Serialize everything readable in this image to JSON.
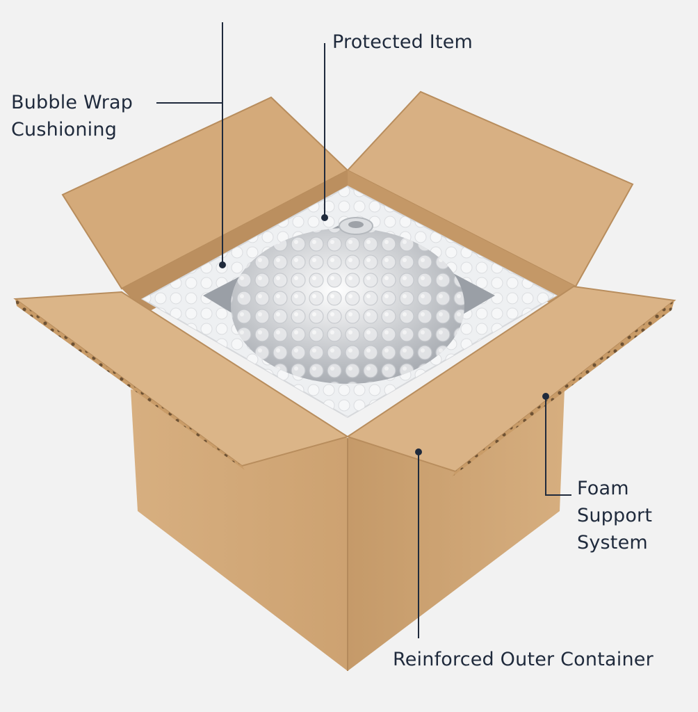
{
  "labels": {
    "protected_item": "Protected Item",
    "bubble_wrap": [
      "Bubble Wrap",
      "Cushioning"
    ],
    "foam_support": [
      "Foam",
      "Support",
      "System"
    ],
    "outer_container": "Reinforced Outer Container"
  },
  "colors": {
    "background": "#f2f2f2",
    "cardboard_light": "#dab48a",
    "cardboard_mid": "#cfa676",
    "cardboard_dark": "#b98d5d",
    "foam": "#f4f5f7",
    "bubble_wrap": "#c9ccd1",
    "callout_line": "#1f2a3c"
  }
}
